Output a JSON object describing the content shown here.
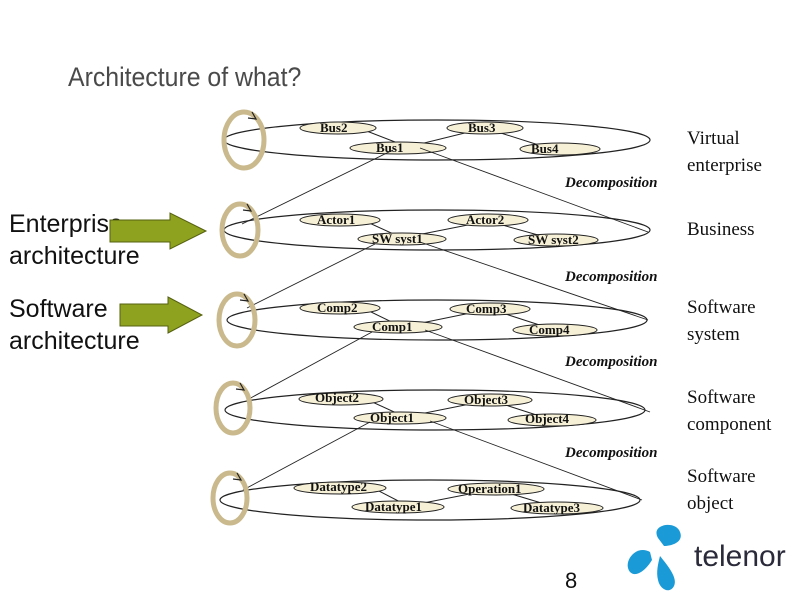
{
  "title": "Architecture of what?",
  "side_labels": {
    "enterprise": [
      "Enterprise",
      "architecture"
    ],
    "software": [
      "Software",
      "architecture"
    ]
  },
  "levels": [
    {
      "label_lines": [
        "Virtual",
        "enterprise"
      ],
      "nodes": [
        "Bus2",
        "Bus3",
        "Bus1",
        "Bus4"
      ]
    },
    {
      "label_lines": [
        "Business"
      ],
      "nodes": [
        "Actor1",
        "Actor2",
        "SW syst1",
        "SW syst2"
      ]
    },
    {
      "label_lines": [
        "Software",
        "system"
      ],
      "nodes": [
        "Comp2",
        "Comp3",
        "Comp1",
        "Comp4"
      ]
    },
    {
      "label_lines": [
        "Software",
        "component"
      ],
      "nodes": [
        "Object2",
        "Object3",
        "Object1",
        "Object4"
      ]
    },
    {
      "label_lines": [
        "Software",
        "object"
      ],
      "nodes": [
        "Datatype2",
        "Operation1",
        "Datatype1",
        "Datatype3"
      ]
    }
  ],
  "decomposition_label": "Decomposition",
  "page_number": "8",
  "logo": {
    "text": "telenor",
    "color": "#1a9ad6"
  },
  "colors": {
    "node_fill": "#f6f0d6",
    "arrow_fill": "#8ea21f",
    "loop_color": "#c9b98c"
  }
}
